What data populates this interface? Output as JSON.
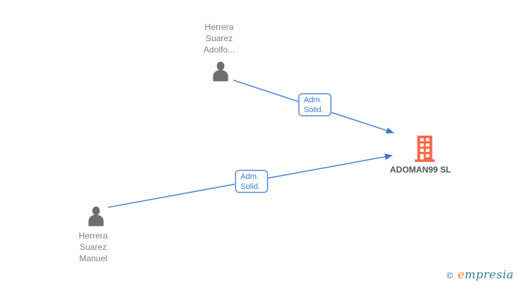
{
  "diagram": {
    "nodes": {
      "person_top": {
        "type": "person",
        "label": "Herrera\nSuarez\nAdolfo..."
      },
      "person_bottom": {
        "type": "person",
        "label": "Herrera\nSuarez\nManuel"
      },
      "company": {
        "type": "company",
        "label": "ADOMAN99 SL"
      }
    },
    "edges": [
      {
        "from": "Herrera Suarez Adolfo...",
        "to": "ADOMAN99 SL",
        "label": "Adm.\nSolid."
      },
      {
        "from": "Herrera Suarez Manuel",
        "to": "ADOMAN99 SL",
        "label": "Adm.\nSolid."
      }
    ]
  },
  "branding": {
    "copyright_symbol": "©",
    "logo_first_letter": "e",
    "logo_rest": "mpresia"
  },
  "colors": {
    "background": "#ffffff",
    "edge_blue": "#5288cf",
    "arrowhead_blue": "#3c78c8",
    "edge_label_text": "#3d7cc9",
    "edge_label_border": "#7ea6dd",
    "person_gray": "#6e6e6e",
    "node_label_gray": "#808080",
    "company_orange": "#fa6749",
    "company_label_gray": "#565656",
    "logo_teal": "#2f7d95",
    "logo_orange": "#ef8018"
  }
}
